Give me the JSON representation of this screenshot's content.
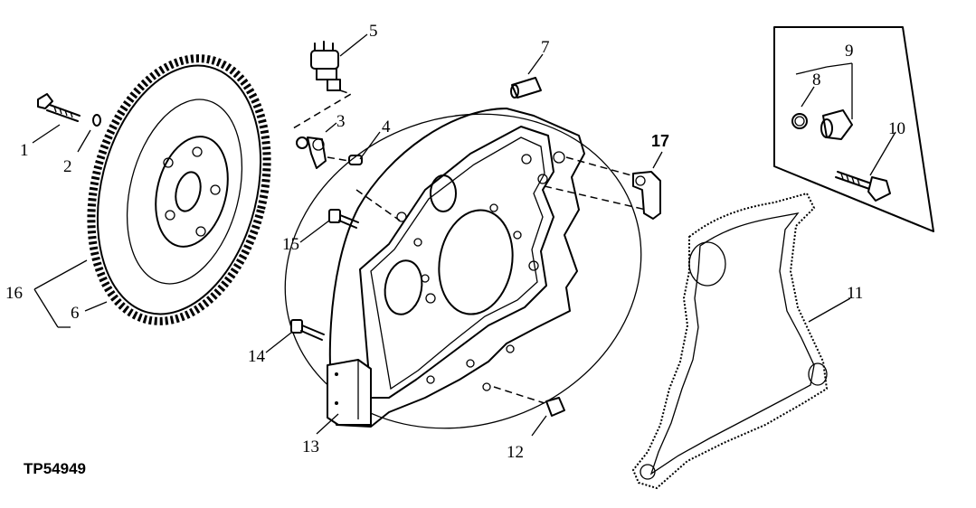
{
  "figure_id": "TP54949",
  "callouts": {
    "c1": "1",
    "c2": "2",
    "c3": "3",
    "c4": "4",
    "c5": "5",
    "c6": "6",
    "c7": "7",
    "c8": "8",
    "c9": "9",
    "c10": "10",
    "c11": "11",
    "c12": "12",
    "c13": "13",
    "c14": "14",
    "c15": "15",
    "c16": "16",
    "c17": "17"
  }
}
